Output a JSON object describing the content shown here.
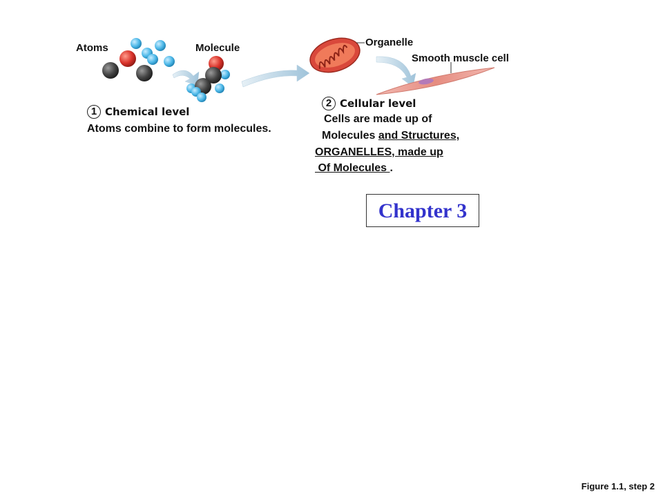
{
  "labels": {
    "atoms": "Atoms",
    "molecule": "Molecule",
    "organelle": "Organelle",
    "smooth_muscle_cell": "Smooth muscle cell"
  },
  "step1": {
    "number": "1",
    "title": "Chemical level",
    "description": "Atoms combine to form molecules."
  },
  "step2": {
    "number": "2",
    "title": "Cellular level",
    "line1": "Cells are made up of",
    "line2a": "Molecules ",
    "line2b": "and Structures,",
    "line3a": "ORGANELLES",
    "line3b": ", made up",
    "line4a": " Of Molecules ",
    "line4b": "."
  },
  "chapter": "Chapter 3",
  "figure_caption": "Figure 1.1, step 2",
  "colors": {
    "atom_dark": "#444444",
    "atom_red": "#d9332b",
    "atom_blue": "#4db8e8",
    "arrow": "#a8c8dc",
    "mitochondrion": "#d9483b",
    "muscle_cell": "#e89a90",
    "chapter_text": "#3333cc"
  }
}
